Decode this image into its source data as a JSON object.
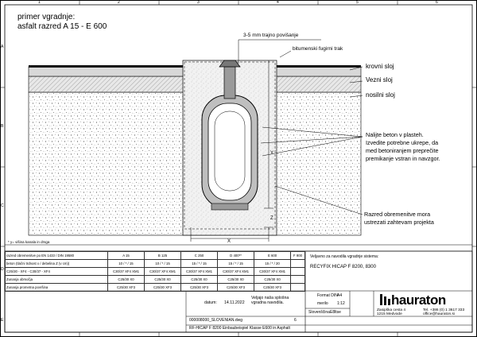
{
  "drawing": {
    "title_line1": "primer vgradnje:",
    "title_line2": "asfalt razred A 15 - E 600",
    "label_raise": "3-5 mm trajno povišanje",
    "label_bitumen": "bitumenski fugirni trak",
    "label_krovni": "krovni sloj",
    "label_vezni": "Vezni sloj",
    "label_nosilni": "nosilni sloj",
    "note_concrete_1": "Nalijte beton v plasteh.",
    "note_concrete_2": "Izvedite potrebne ukrepe, da",
    "note_concrete_3": "med betoniranjem preprečite",
    "note_concrete_4": "premikanje vstran in navzgor.",
    "note_class_1": "Razred obremenitve mora",
    "note_class_2": "ustrezati zahtevam projekta",
    "footnote": "* y= višina kanala in drsga",
    "dim_x": "X",
    "dim_y": "Y",
    "dim_z": "Z"
  },
  "ruler": {
    "top": [
      "1",
      "2",
      "3",
      "4",
      "5",
      "6"
    ],
    "side": [
      "A",
      "B",
      "C",
      "D",
      "E"
    ]
  },
  "table": {
    "row_headers": [
      "razred obremenitve po EN 1433 / DIN 19580",
      "beton (tlačni trdnost x / debelina Z (v cm))",
      "C25/30 - XF4 - C30/37 - XF4",
      "Zunanja območja",
      "Zunanja prometna površina"
    ],
    "classes": [
      "A 15",
      "B 125",
      "C 250",
      "D 400**",
      "E 600",
      "F 900"
    ],
    "dims": [
      "10 / * / 15",
      "10 / * / 15",
      "15 / * / 15",
      "15 / * / 15",
      "15 / * / 20",
      ""
    ],
    "r3": [
      "C30/37 XF4 XM1",
      "C30/37 XF4 XM1",
      "C30/37 XF4 XM1",
      "C30/37 XF4 XM1",
      "C30/37 XF4 XM1",
      ""
    ],
    "r4": [
      "C25/30 X0",
      "C25/30 X0",
      "C25/30 X0",
      "C25/30 X0",
      "C25/30 X0",
      ""
    ],
    "r5": [
      "C25/30 XF3",
      "C25/30 XF3",
      "C25/30 XF3",
      "C25/30 XF3",
      "C25/30 XF3",
      ""
    ]
  },
  "titleblock": {
    "note_vgradnja": "Veljavno za navodila vgradnje sistema:",
    "product": "RECYFIX HICAP F 8200, 8300",
    "date_label": "datum:",
    "date": "14.11.2022",
    "validity": "Veljajo naša splošna vgradna navodila.",
    "drawing_no": "000008000_SLOVENIAN.dwg",
    "sheet": "6",
    "caption": "RF-HICAP F 8200 Einbaubeispiel Klasse E600 in Asphalt",
    "format_label": "Format DIN",
    "format": "A4",
    "scale_label": "merilo",
    "scale": "1:12",
    "lang_label": "Slovenščina",
    "lang": "E8ltse",
    "brand": "hauraton",
    "address_1": "Zasipška cesta 4",
    "address_2": "1215 Medvode",
    "phone": "Tel. +386 (0) 1 3617 333",
    "email": "office@hauraton.si"
  }
}
